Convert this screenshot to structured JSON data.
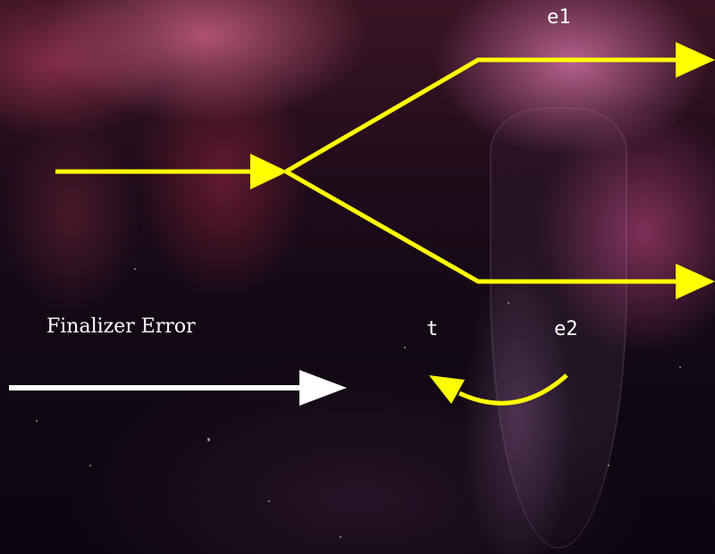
{
  "labels": {
    "e1": "e1",
    "e2": "e2",
    "t": "t",
    "finalizer": "Finalizer Error"
  },
  "colors": {
    "arrow_primary": "#ffff00",
    "arrow_secondary": "#ffffff",
    "label_text": "#ffffff"
  }
}
